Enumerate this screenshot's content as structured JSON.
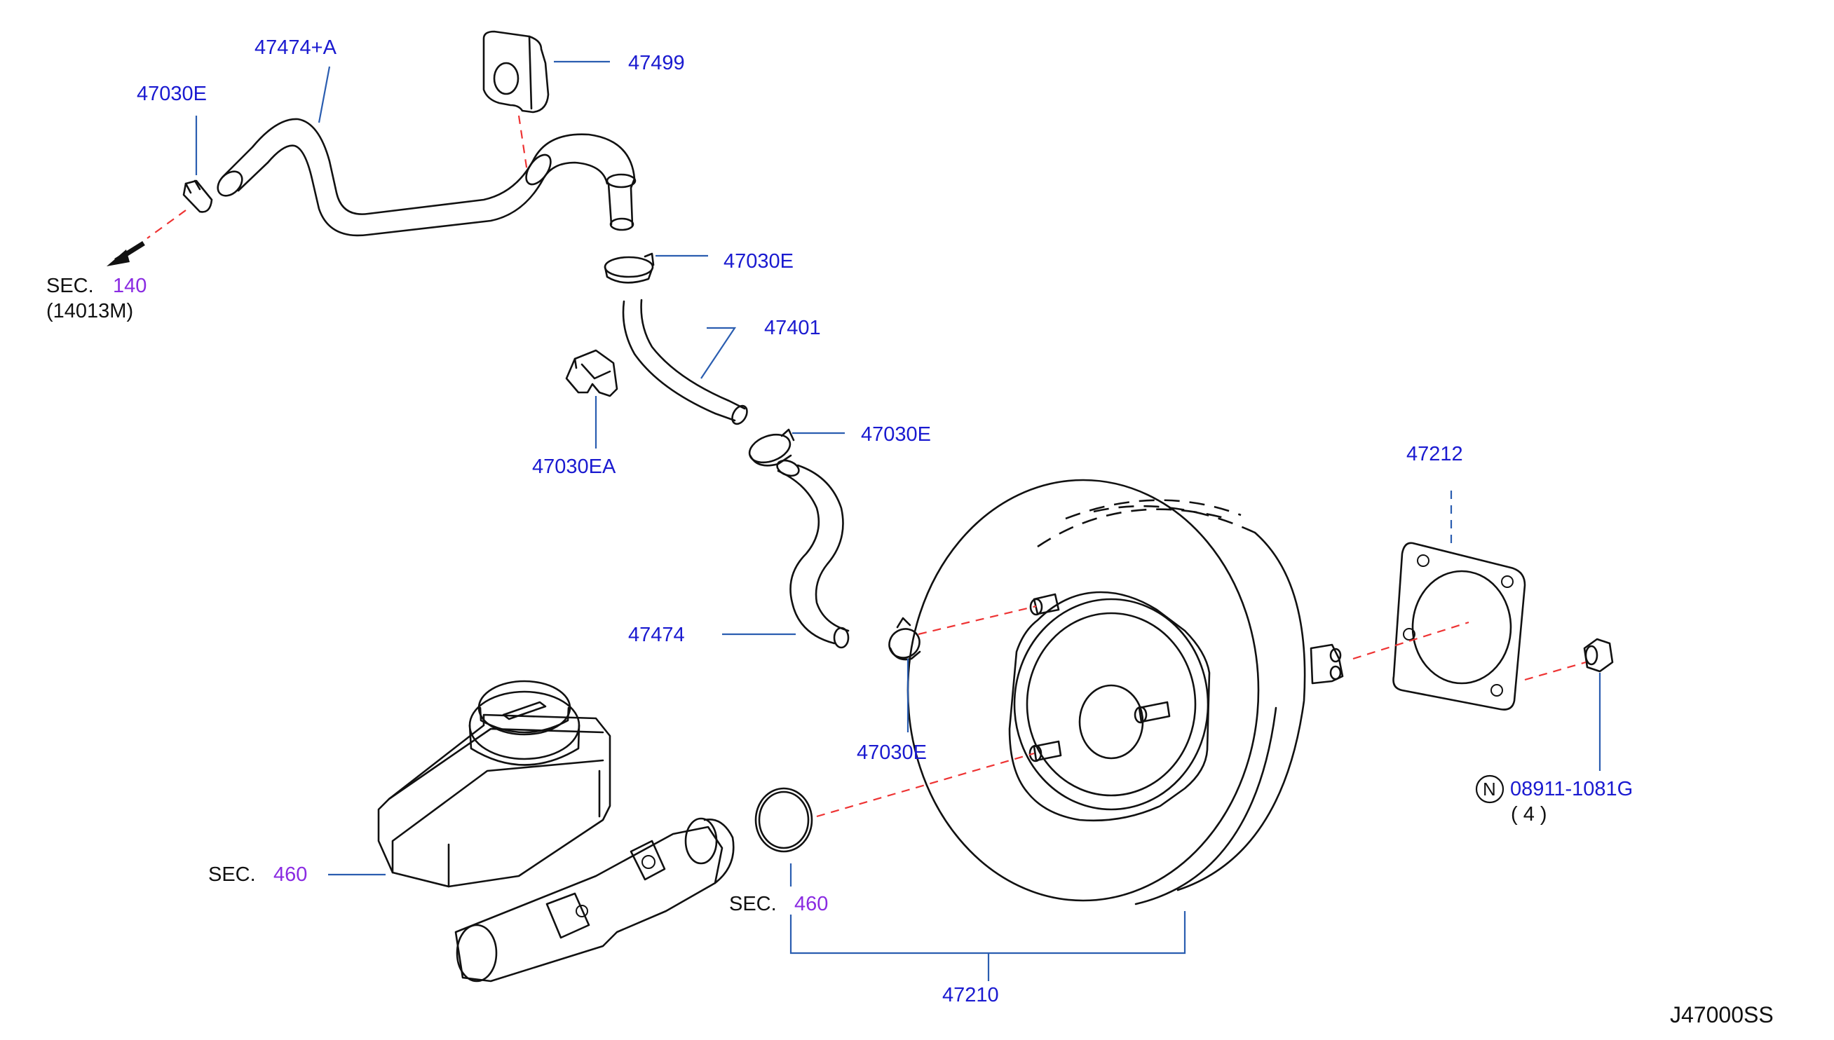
{
  "labels": {
    "p47474A": "47474+A",
    "p47499": "47499",
    "p47030E_1": "47030E",
    "p47030E_2": "47030E",
    "p47030E_3": "47030E",
    "p47030E_4": "47030E",
    "p47401": "47401",
    "p47030EA": "47030EA",
    "p47474": "47474",
    "p47212": "47212",
    "p47210": "47210",
    "nut_prefix": "N",
    "nut_part": "08911-1081G",
    "nut_qty": "( 4 )",
    "sec_word_1": "SEC.",
    "sec_num_1": "140",
    "sec_ref_1": "(14013M)",
    "sec_word_2": "SEC.",
    "sec_num_2": "460",
    "sec_word_3": "SEC.",
    "sec_num_3": "460",
    "diagram_code": "J47000SS"
  },
  "colors": {
    "part_number": "#1a1ad0",
    "section_number": "#8a2be2",
    "leader_line": "#2a5db0",
    "center_line": "#ee3333",
    "outline": "#111111"
  }
}
